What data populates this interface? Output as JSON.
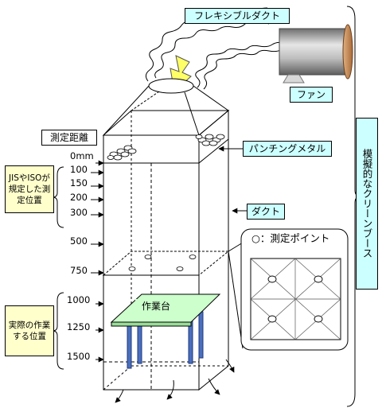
{
  "labels": {
    "flexible_duct": "フレキシブルダクト",
    "fan": "ファン",
    "measurement_distance": "測定距離",
    "punching_metal": "パンチングメタル",
    "duct": "ダクト",
    "clean_booth": "模擬的なクリーンブース",
    "measurement_point_legend": "○：測定ポイント",
    "workbench": "作業台",
    "jis_iso_positions": "JISやISOが規定した測定位置",
    "actual_work_positions": "実際の作業する位置"
  },
  "distances": [
    "0mm",
    "100",
    "150",
    "200",
    "300",
    "500",
    "750",
    "1000",
    "1250",
    "1500"
  ],
  "colors": {
    "label_box_fill": "#ccffff",
    "workbench_fill": "#ccffcc",
    "workbench_legs": "#4a6fbf",
    "note_fill": "#ffffcc",
    "fan_body": "#9a9a9a",
    "fan_rim": "#c8905a",
    "arrow_fill": "#ffff66"
  }
}
